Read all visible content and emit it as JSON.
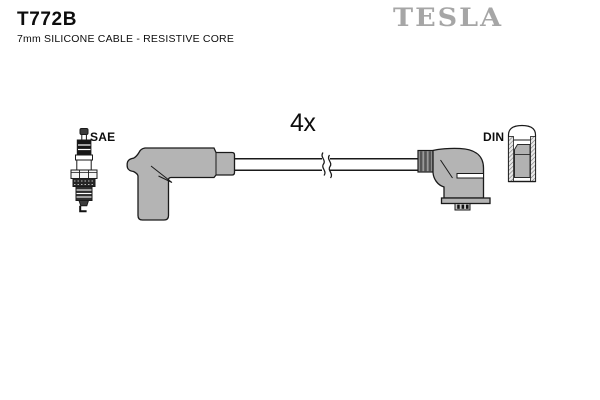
{
  "header": {
    "part_number": "T772B",
    "subtitle": "7mm SILICONE CABLE - RESISTIVE CORE",
    "brand": "TESLA"
  },
  "diagram": {
    "sae_label": "SAE",
    "quantity_label": "4x",
    "din_label": "DIN",
    "icons": [
      "spark-plug-icon",
      "plug-boot-left-icon",
      "cable-break-icon",
      "plug-boot-right-icon",
      "din-terminal-icon"
    ]
  },
  "colors": {
    "outline": "#1a1a1a",
    "boot_gray": "#b4b4b4",
    "sleeve_gray": "#9a9a9a",
    "logo_gray": "#a6a6a6",
    "background": "#ffffff"
  }
}
